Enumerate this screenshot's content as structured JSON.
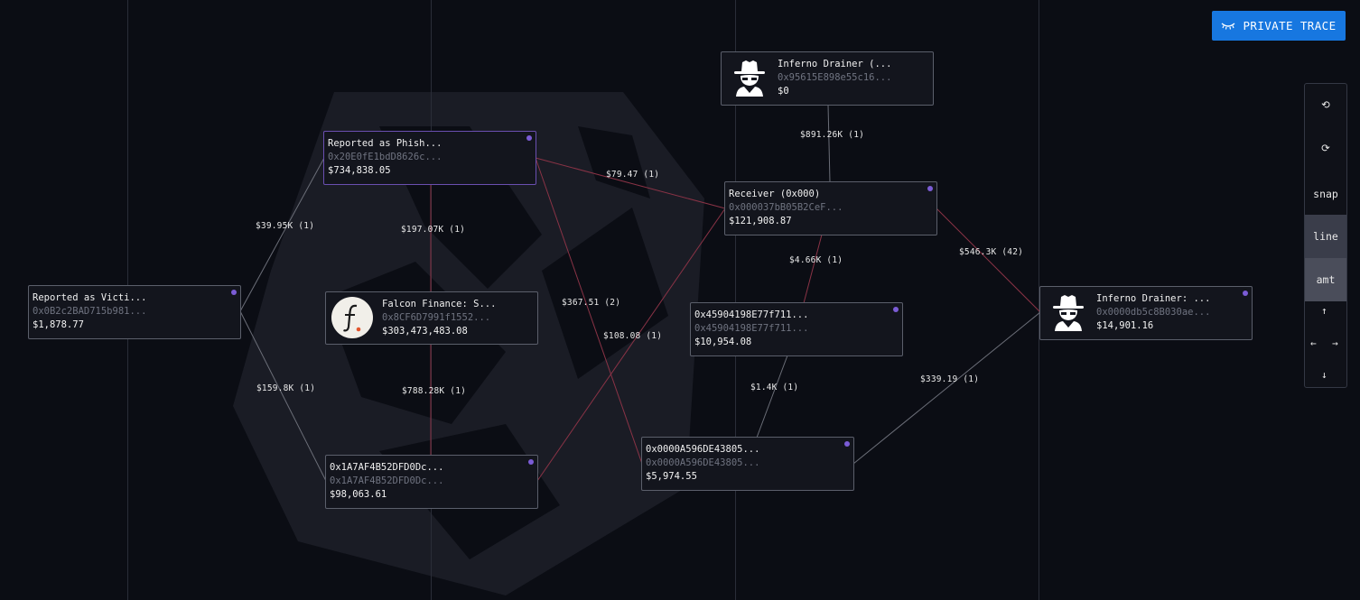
{
  "toolbar": {
    "private_trace_label": "PRIVATE TRACE"
  },
  "controls": {
    "undo": "⟲",
    "redo": "⟳",
    "snap": "snap",
    "line": "line",
    "amt": "amt",
    "up": "↑",
    "left": "←",
    "right": "→",
    "down": "↓"
  },
  "nodes": {
    "victim": {
      "title": "Reported as Victi...",
      "address": "0x0B2c2BAD715b981...",
      "amount": "$1,878.77"
    },
    "phish": {
      "title": "Reported as Phish...",
      "address": "0x20E0fE1bdD8626c...",
      "amount": "$734,838.05"
    },
    "falcon": {
      "title": "Falcon Finance: S...",
      "address": "0x8CF6D7991f1552...",
      "amount": "$303,473,483.08"
    },
    "a1a7": {
      "title": "0x1A7AF4B52DFD0Dc...",
      "address": "0x1A7AF4B52DFD0Dc...",
      "amount": "$98,063.61"
    },
    "inferno_top": {
      "title": "Inferno Drainer (...",
      "address": "0x95615E898e55c16...",
      "amount": "$0"
    },
    "receiver": {
      "title": "Receiver (0x000)",
      "address": "0x000037bB05B2CeF...",
      "amount": "$121,908.87"
    },
    "x4590": {
      "title": "0x45904198E77f711...",
      "address": "0x45904198E77f711...",
      "amount": "$10,954.08"
    },
    "x0000a": {
      "title": "0x0000A596DE43805...",
      "address": "0x0000A596DE43805...",
      "amount": "$5,974.55"
    },
    "inferno_right": {
      "title": "Inferno Drainer: ...",
      "address": "0x0000db5c8B030ae...",
      "amount": "$14,901.16"
    }
  },
  "edge_labels": {
    "e1": "$39.95K (1)",
    "e2": "$159.8K (1)",
    "e3": "$197.07K (1)",
    "e4": "$788.28K (1)",
    "e5": "$79.47 (1)",
    "e6": "$367.51 (2)",
    "e7": "$108.08 (1)",
    "e8": "$891.26K (1)",
    "e9": "$4.66K (1)",
    "e10": "$1.4K (1)",
    "e11": "$546.3K (42)",
    "e12": "$339.19 (1)"
  },
  "colors": {
    "background": "#0b0d14",
    "accent": "#1777e0",
    "node_dot": "#7b5cd6",
    "edge_red": "#8a3346",
    "edge_grey": "#6b6e78"
  }
}
